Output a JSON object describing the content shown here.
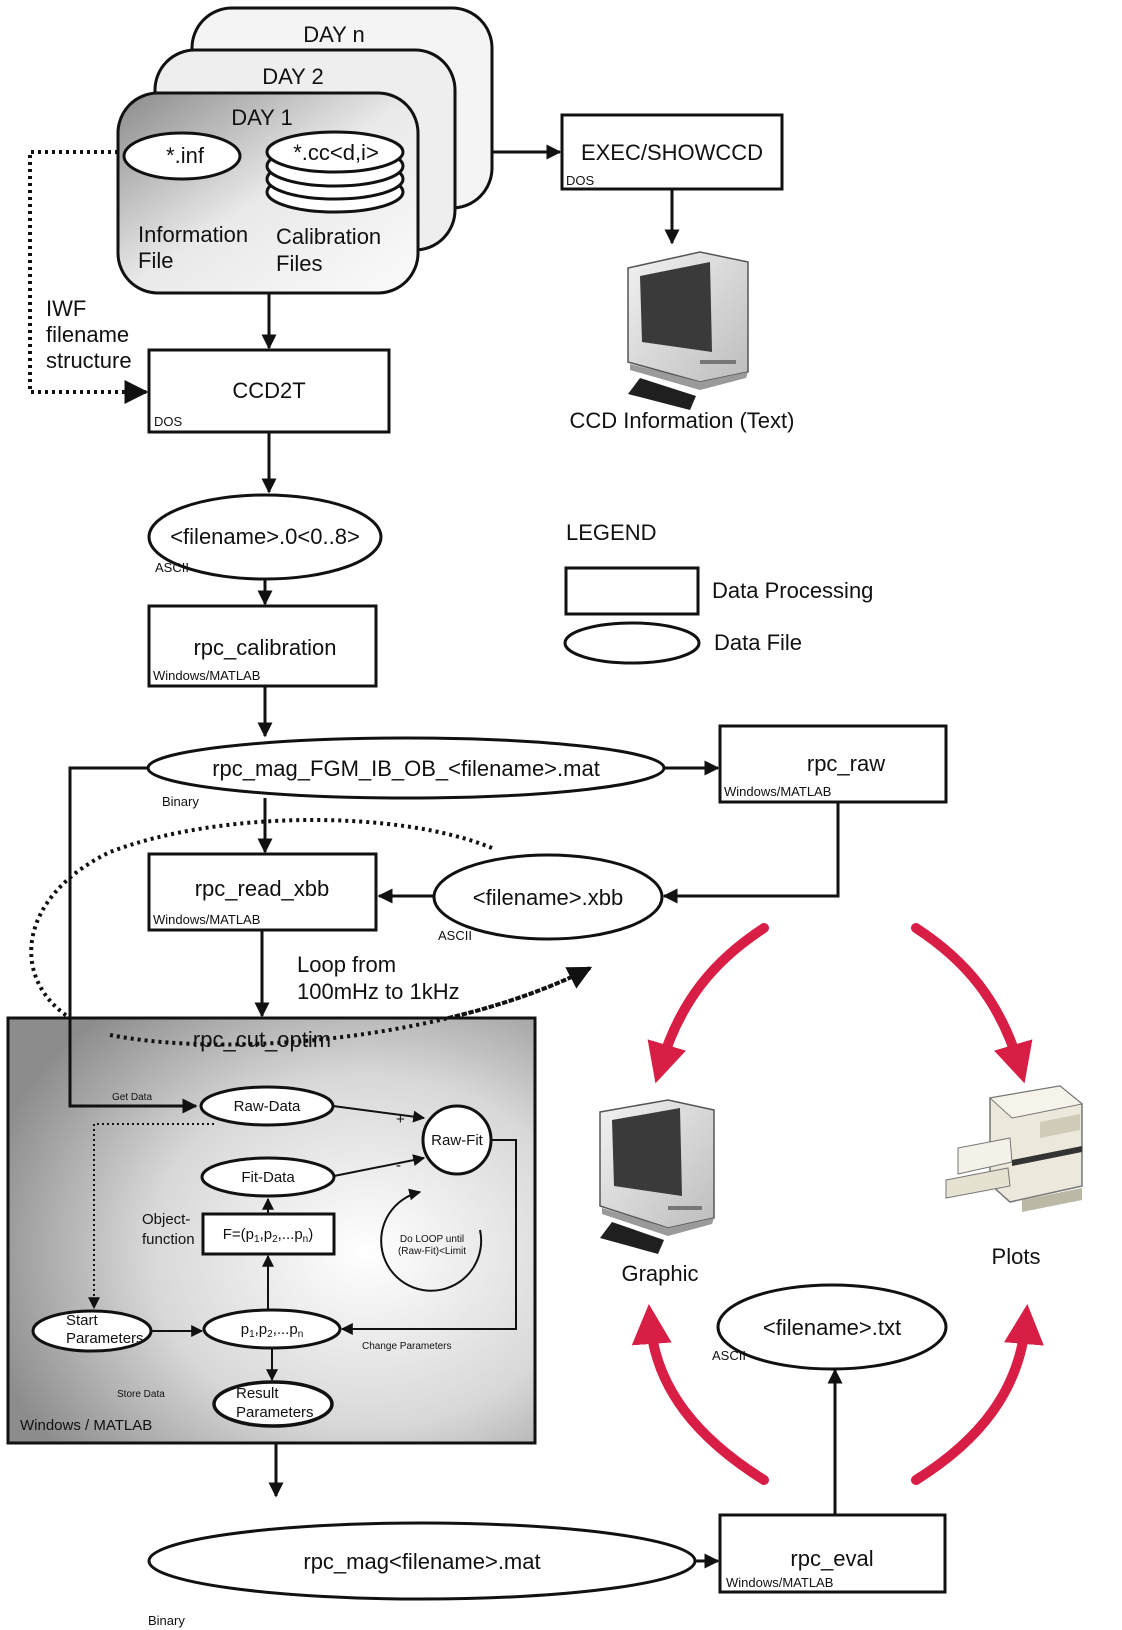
{
  "days": {
    "day_n": "DAY n",
    "day_2": "DAY 2",
    "day_1": "DAY 1",
    "inf_file": "*.inf",
    "cc_file": "*.cc<d,i>",
    "info_label_1": "Information",
    "info_label_2": "File",
    "calib_label_1": "Calibration",
    "calib_label_2": "Files"
  },
  "iwf_note": {
    "line1": "IWF",
    "line2": "filename",
    "line3": "structure"
  },
  "exec_showccd": {
    "label": "EXEC/SHOWCCD",
    "platform": "DOS"
  },
  "ccd_info": {
    "label": "CCD Information (Text)"
  },
  "ccd2t": {
    "label": "CCD2T",
    "platform": "DOS"
  },
  "filename_08": {
    "label": "<filename>.0<0..8>",
    "format": "ASCII"
  },
  "legend": {
    "title": "LEGEND",
    "processing": "Data Processing",
    "file": "Data File"
  },
  "rpc_calibration": {
    "label": "rpc_calibration",
    "platform": "Windows/MATLAB"
  },
  "mag_fgm": {
    "label": "rpc_mag_FGM_IB_OB_<filename>.mat",
    "format": "Binary"
  },
  "rpc_raw": {
    "label": "rpc_raw",
    "platform": "Windows/MATLAB"
  },
  "rpc_read_xbb": {
    "label": "rpc_read_xbb",
    "platform": "Windows/MATLAB"
  },
  "xbb_file": {
    "label": "<filename>.xbb",
    "format": "ASCII"
  },
  "loop_note": {
    "line1": "Loop from",
    "line2": "100mHz to 1kHz"
  },
  "cut_optim": {
    "title": "rpc_cut_optim",
    "platform": "Windows / MATLAB",
    "get_data": "Get Data",
    "raw_data": "Raw-Data",
    "raw_fit": "Raw-Fit",
    "plus": "+",
    "minus": "-",
    "fit_data": "Fit-Data",
    "object_1": "Object-",
    "object_2": "function",
    "func_main": "F=(p",
    "func_s1": "1",
    "func_m1": ",p",
    "func_s2": "2",
    "func_m2": ",...p",
    "func_s3": "n",
    "func_end": ")",
    "params_p": "p",
    "params_s1": "1",
    "params_m1": ",p",
    "params_s2": "2",
    "params_m2": ",...p",
    "params_s3": "n",
    "do_loop_1": "Do LOOP until",
    "do_loop_2": "(Raw-Fit)<Limit",
    "start_1": "Start",
    "start_2": "Parameters",
    "change_params": "Change Parameters",
    "store_data": "Store Data",
    "result_1": "Result",
    "result_2": "Parameters"
  },
  "graphic": {
    "label": "Graphic"
  },
  "plots": {
    "label": "Plots"
  },
  "txt_file": {
    "label": "<filename>.txt",
    "format": "ASCII"
  },
  "mag_mat": {
    "label": "rpc_mag<filename>.mat",
    "format": "Binary"
  },
  "rpc_eval": {
    "label": "rpc_eval",
    "platform": "Windows/MATLAB"
  }
}
